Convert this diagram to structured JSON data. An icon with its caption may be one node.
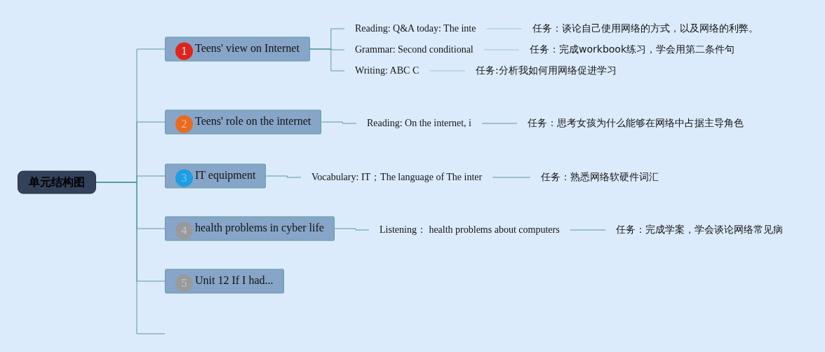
{
  "diagram": {
    "nodes": [
      {
        "text": [
          "单元结构图"
        ]
      },
      {
        "text": [
          "Teens' view on Internet"
        ]
      },
      {
        "text": [
          "1"
        ],
        "in": 1
      },
      {
        "text": [
          "Reading: Q&A today: The inte"
        ]
      },
      {
        "text": [
          "任务：谈论自己使用网络的方式，以及网络的利弊。"
        ]
      },
      {
        "text": [
          "Grammar: Second conditional"
        ]
      },
      {
        "text": [
          "任务：完成workbook练习，学会用第二条件句"
        ]
      },
      {
        "text": [
          "Writing: ABC C"
        ]
      },
      {
        "text": [
          "任务:分析我如何用网络促进学习"
        ]
      },
      {
        "text": [
          "Teens' role on the internet"
        ]
      },
      {
        "text": [
          "2"
        ],
        "in": 9
      },
      {
        "text": [
          "Reading: On the internet, i"
        ]
      },
      {
        "text": [
          "任务：思考女孩为什么能够在网络中占据主导角色"
        ]
      },
      {
        "text": [
          "IT equipment"
        ]
      },
      {
        "text": [
          "3"
        ],
        "in": 13
      },
      {
        "text": [
          "Vocabulary: IT；The language of The inter"
        ]
      },
      {
        "text": [
          "任务：熟悉网络软硬件词汇"
        ]
      },
      {
        "text": [
          "health problems in cyber life"
        ]
      },
      {
        "text": [
          "4"
        ],
        "in": 17
      },
      {
        "text": [
          "Listening： health problems about computers"
        ]
      },
      {
        "text": [
          "任务：完成学案，学会谈论网络常见病"
        ]
      },
      {
        "text": [
          "Unit 12 If I had..."
        ]
      },
      {
        "text": [
          "5"
        ],
        "in": 21
      }
    ],
    "edges": [
      {
        "from": 0,
        "to": 1,
        "arrow": "none"
      },
      {
        "from": 0,
        "to": 9,
        "arrow": "none"
      },
      {
        "from": 0,
        "to": 13,
        "arrow": "none"
      },
      {
        "from": 0,
        "to": 17,
        "arrow": "none"
      },
      {
        "from": 0,
        "to": 21,
        "arrow": "none"
      },
      {
        "from": 0,
        "to": null,
        "arrow": "none"
      },
      {
        "from": 1,
        "to": 3,
        "arrow": "none"
      },
      {
        "from": 1,
        "to": 5,
        "arrow": "none"
      },
      {
        "from": 1,
        "to": 7,
        "arrow": "none"
      },
      {
        "from": 3,
        "to": 4,
        "arrow": "none",
        "color": "#9cc4d0"
      },
      {
        "from": 5,
        "to": 6,
        "arrow": "none",
        "color": "#9cc4d0"
      },
      {
        "from": 7,
        "to": 8,
        "arrow": "none",
        "color": "#9cc4d0"
      },
      {
        "from": 9,
        "to": 11,
        "arrow": "none"
      },
      {
        "from": 11,
        "to": 12,
        "arrow": "none"
      },
      {
        "from": 13,
        "to": 15,
        "arrow": "none"
      },
      {
        "from": 15,
        "to": 16,
        "arrow": "none"
      },
      {
        "from": 17,
        "to": 19,
        "arrow": "none"
      },
      {
        "from": 19,
        "to": 20,
        "arrow": "none"
      }
    ]
  }
}
